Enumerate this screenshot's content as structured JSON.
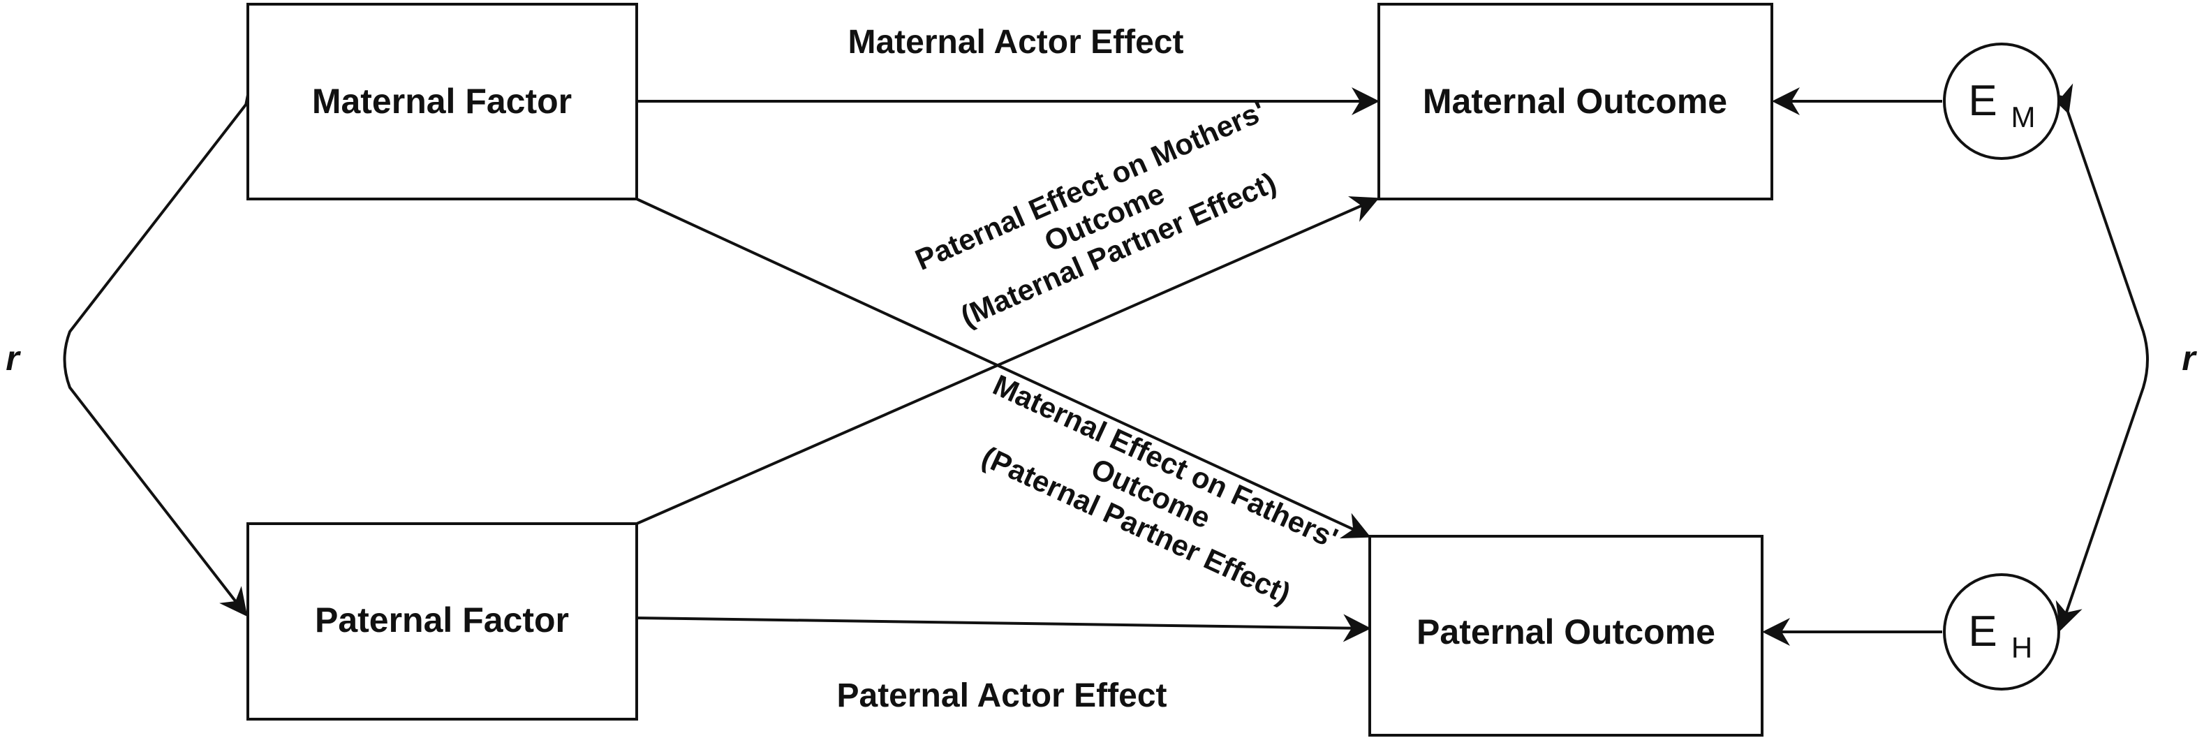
{
  "nodes": {
    "maternal_factor": "Maternal Factor",
    "paternal_factor": "Paternal Factor",
    "maternal_outcome": "Maternal Outcome",
    "paternal_outcome": "Paternal Outcome",
    "error_maternal": {
      "main": "E",
      "sub": "M"
    },
    "error_paternal": {
      "main": "E",
      "sub": "H"
    }
  },
  "edges": {
    "maternal_actor": "Maternal Actor Effect",
    "paternal_actor": "Paternal Actor Effect",
    "paternal_partner": {
      "line1": "Paternal Effect on Mothers'",
      "line2": "Outcome",
      "line3": "(Maternal Partner Effect)"
    },
    "maternal_partner": {
      "line1": "Maternal Effect on Fathers'",
      "line2": "Outcome",
      "line3": "(Paternal Partner Effect)"
    }
  },
  "correlations": {
    "left": "r",
    "right": "r"
  },
  "colors": {
    "stroke": "#111111",
    "background": "#ffffff"
  }
}
